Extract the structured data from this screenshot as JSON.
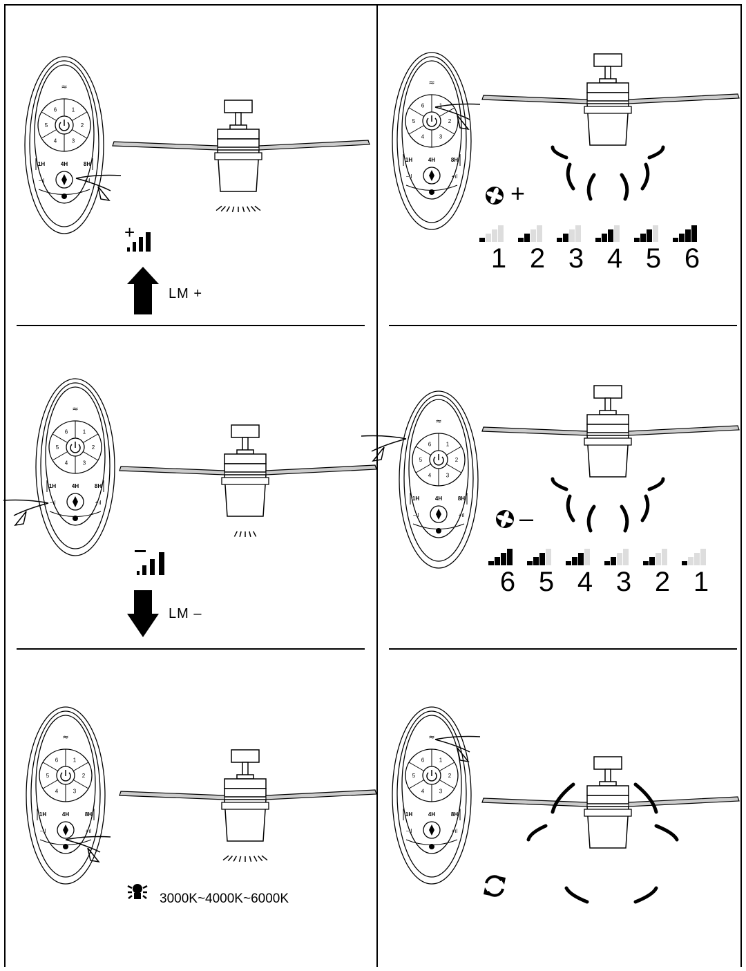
{
  "remote": {
    "buttons": {
      "speed_1": "1",
      "speed_2": "2",
      "speed_3": "3",
      "speed_4": "4",
      "speed_5": "5",
      "speed_6": "6",
      "timer_1h": "1H",
      "timer_4h": "4H",
      "timer_8h": "8H"
    }
  },
  "panels": {
    "light_up": {
      "label": "LM +"
    },
    "light_down": {
      "label": "LM –"
    },
    "color_temp": {
      "label": "3000K~4000K~6000K"
    },
    "fan_up": {
      "symbol": "+",
      "levels": [
        "1",
        "2",
        "3",
        "4",
        "5",
        "6"
      ]
    },
    "fan_down": {
      "symbol": "–",
      "levels": [
        "6",
        "5",
        "4",
        "3",
        "2",
        "1"
      ]
    },
    "reverse": {}
  },
  "icons": {
    "fan": "fan-icon",
    "bulb": "bulb-icon",
    "reverse": "reverse-icon",
    "signal": "signal-bars-icon",
    "arrow": "arrow-icon"
  }
}
